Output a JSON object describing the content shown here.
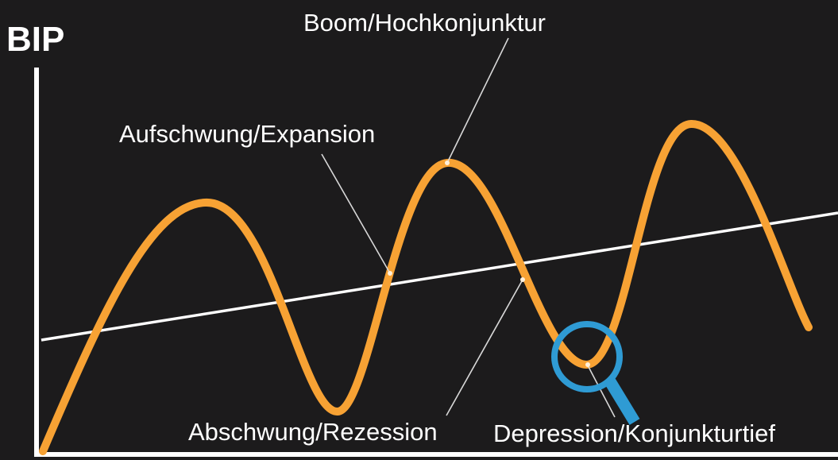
{
  "diagram": {
    "y_axis_title": "BIP",
    "labels": {
      "boom": "Boom/Hochkonjunktur",
      "expansion": "Aufschwung/Expansion",
      "recession": "Abschwung/Rezession",
      "depression": "Depression/Konjunkturtief"
    },
    "colors": {
      "background": "#1c1b1c",
      "axes": "#ffffff",
      "trend_line": "#ffffff",
      "business_cycle_curve": "#f7a234",
      "pointer_lines": "#d8d8d8",
      "magnifier": "#2f9bd4"
    },
    "icons": {
      "magnifier": "magnifier-icon"
    }
  }
}
